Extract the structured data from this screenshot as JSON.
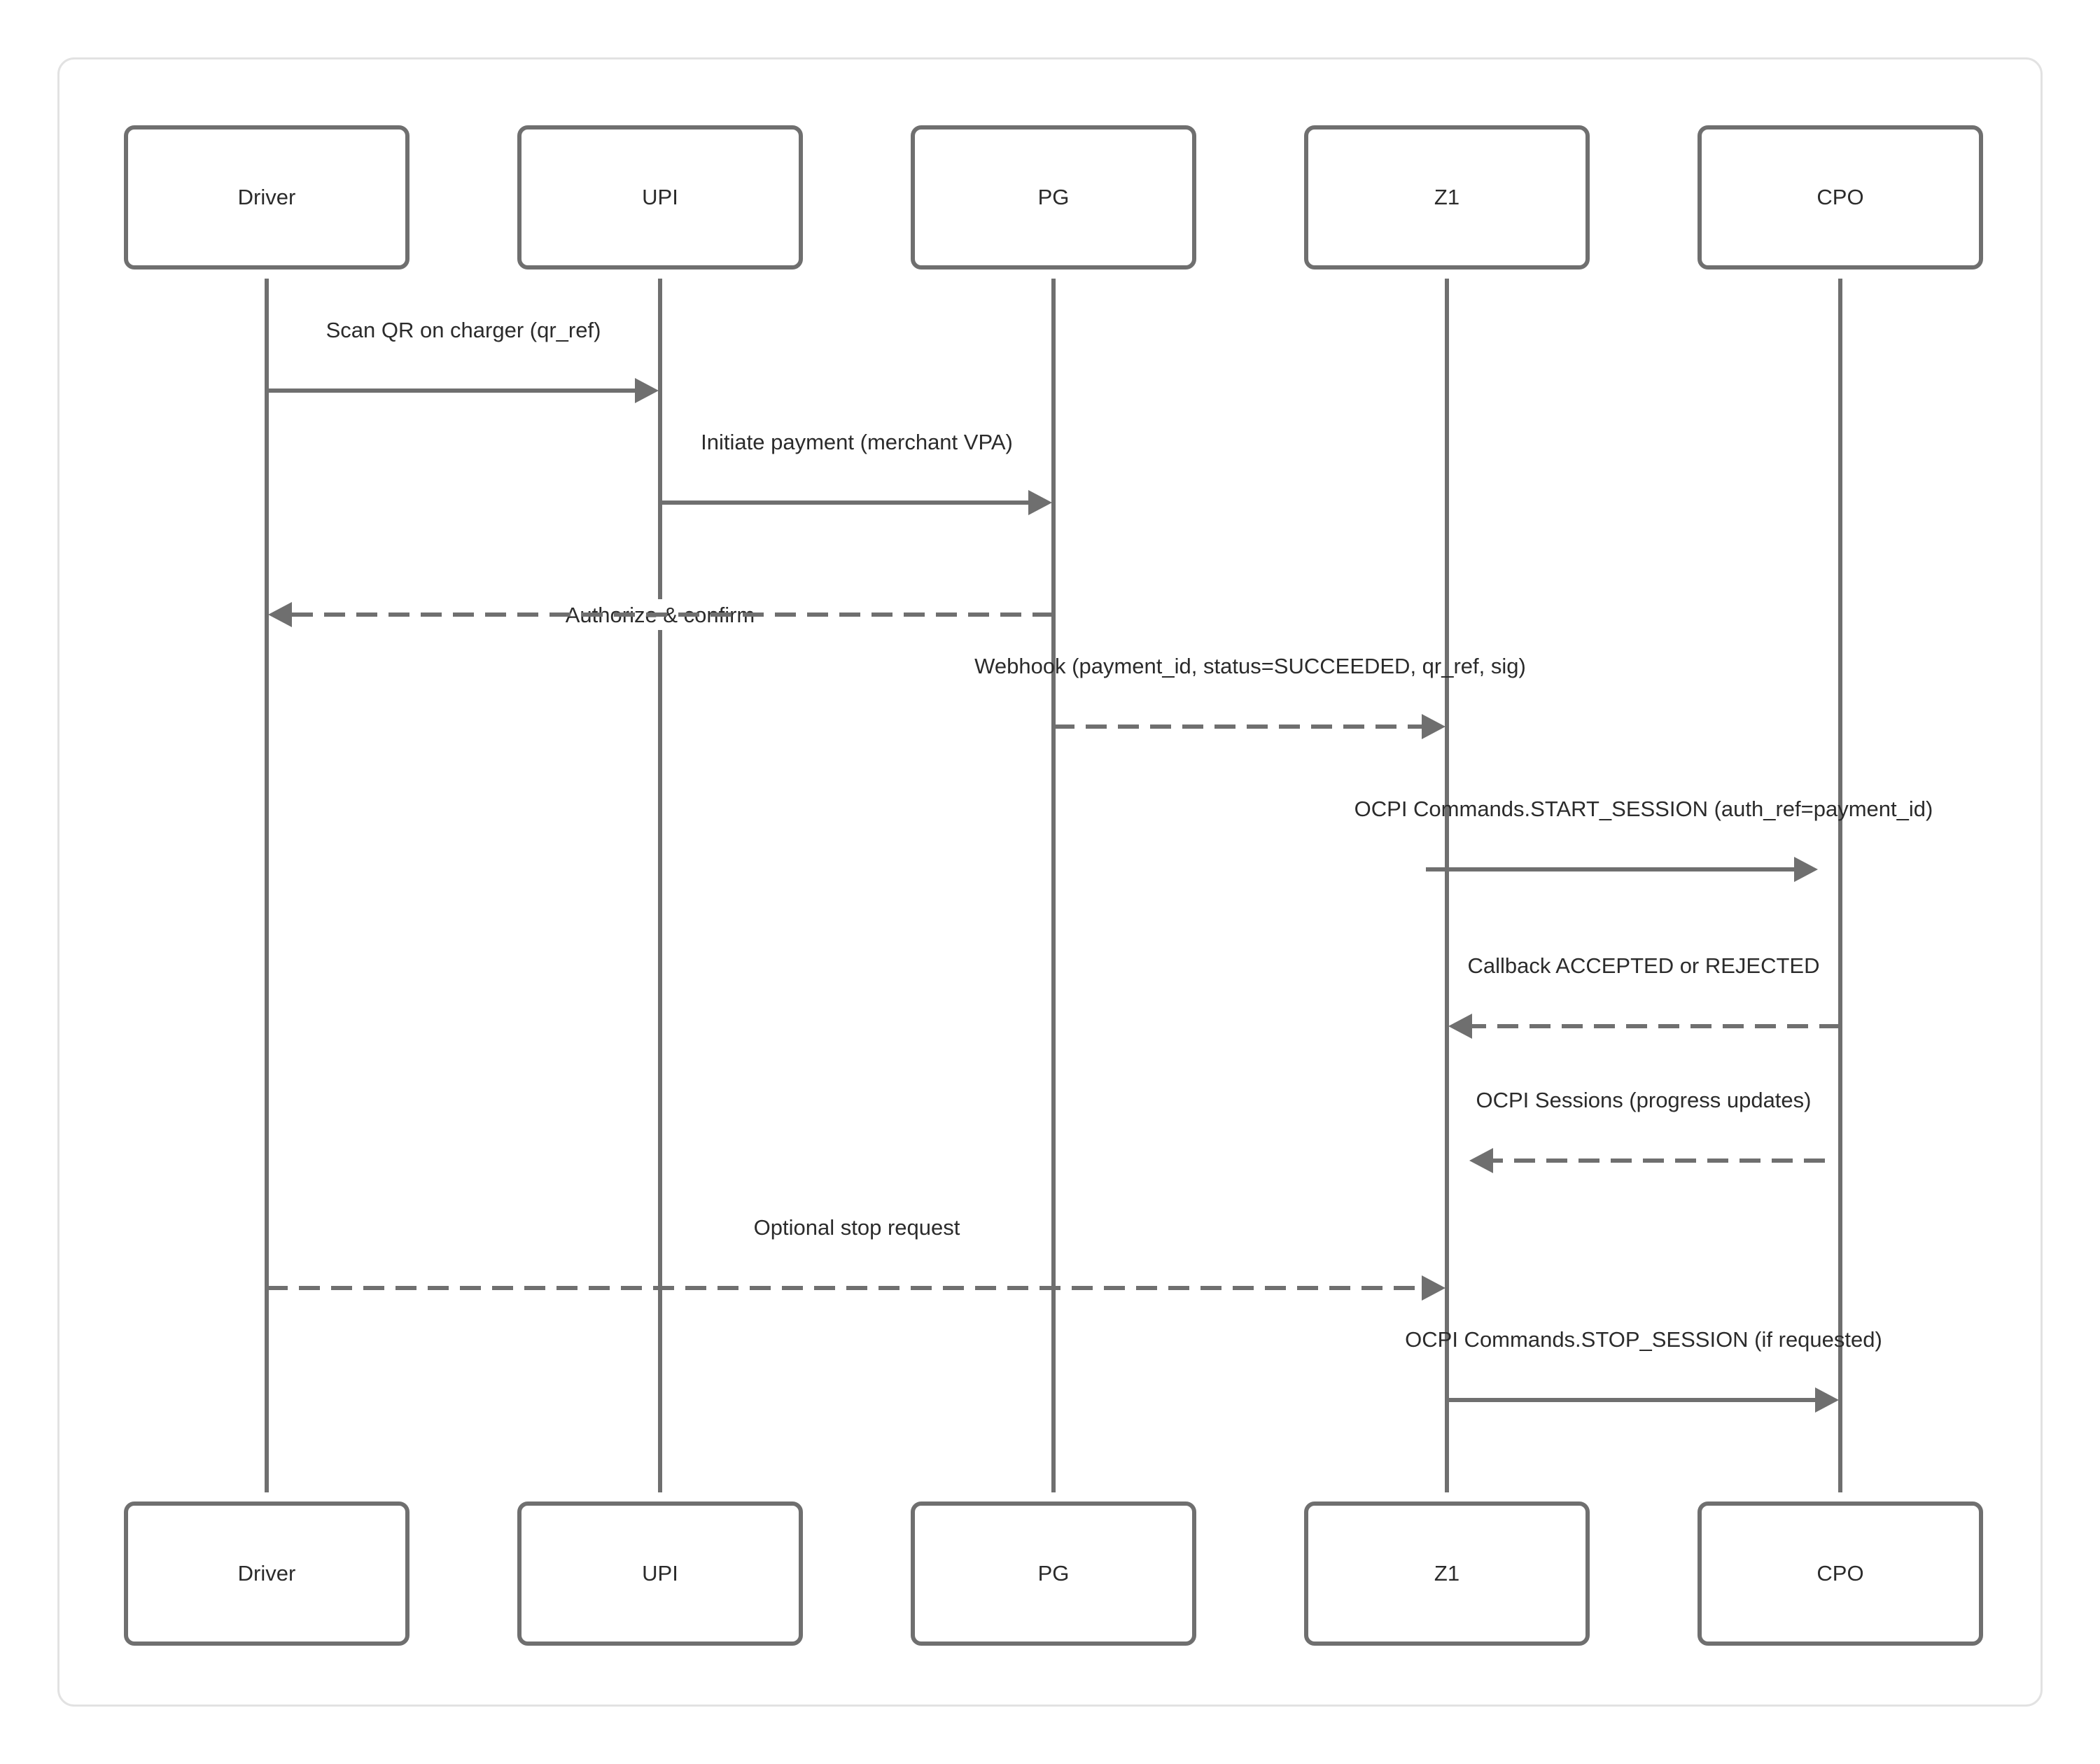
{
  "participants": [
    "Driver",
    "UPI",
    "PG",
    "Z1",
    "CPO"
  ],
  "messages": [
    {
      "from": "Driver",
      "to": "UPI",
      "label": "Scan QR on charger (qr_ref)",
      "style": "solid"
    },
    {
      "from": "UPI",
      "to": "PG",
      "label": "Initiate payment (merchant VPA)",
      "style": "solid"
    },
    {
      "from": "PG",
      "to": "Driver",
      "label": "Authorize & confirm",
      "style": "dashed"
    },
    {
      "from": "PG",
      "to": "Z1",
      "label": "Webhook (payment_id, status=SUCCEEDED, qr_ref, sig)",
      "style": "dashed"
    },
    {
      "from": "Z1",
      "to": "CPO",
      "label": "OCPI Commands.START_SESSION (auth_ref=payment_id)",
      "style": "solid"
    },
    {
      "from": "CPO",
      "to": "Z1",
      "label": "Callback ACCEPTED or REJECTED",
      "style": "dashed"
    },
    {
      "from": "CPO",
      "to": "Z1",
      "label": "OCPI Sessions (progress updates)",
      "style": "dashed"
    },
    {
      "from": "Driver",
      "to": "Z1",
      "label": "Optional stop request",
      "style": "dashed"
    },
    {
      "from": "Z1",
      "to": "CPO",
      "label": "OCPI Commands.STOP_SESSION (if requested)",
      "style": "solid"
    }
  ],
  "colors": {
    "line": "#6f6f6f",
    "text": "#2b2b2b",
    "frame": "#e2e2e2"
  }
}
